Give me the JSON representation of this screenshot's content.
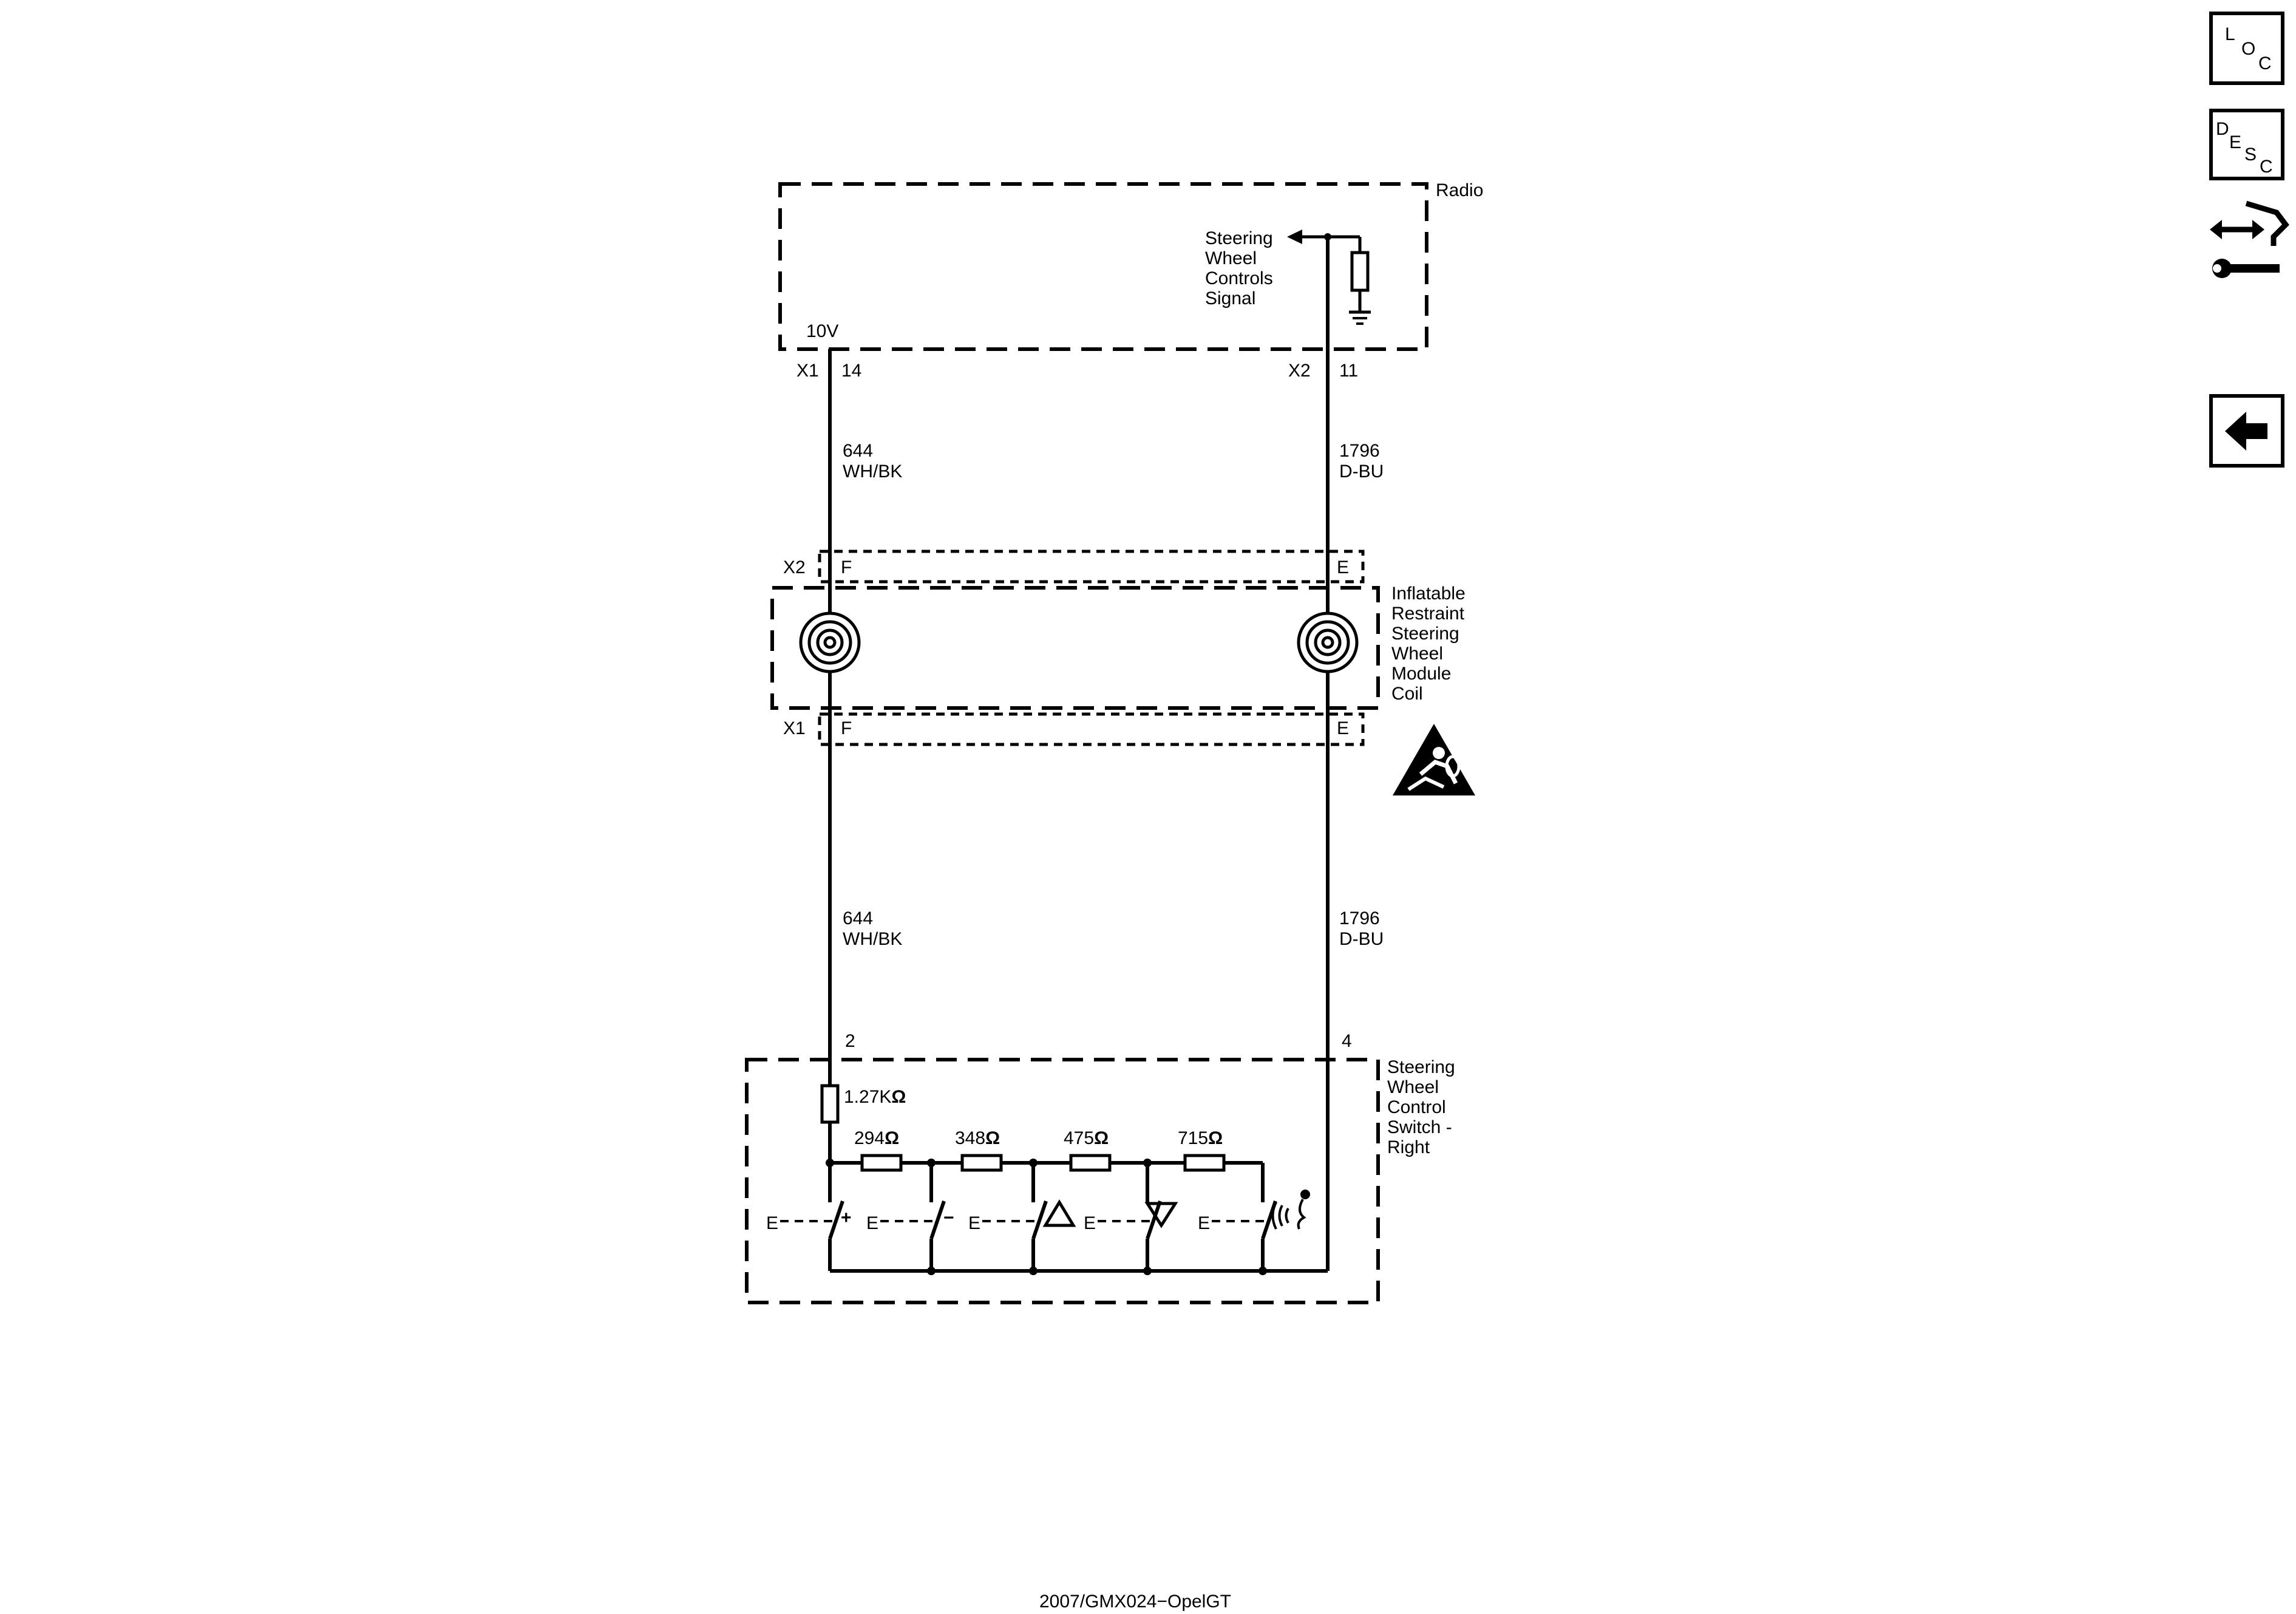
{
  "radio": {
    "name": "Radio",
    "signal_label": [
      "Steering",
      "Wheel",
      "Controls",
      "Signal"
    ],
    "voltage": "10V",
    "x1": {
      "connector": "X1",
      "pin": "14"
    },
    "x2": {
      "connector": "X2",
      "pin": "11"
    }
  },
  "wire_left": {
    "circuit": "644",
    "color": "WH/BK"
  },
  "wire_right": {
    "circuit": "1796",
    "color": "D-BU"
  },
  "coil": {
    "name": [
      "Inflatable",
      "Restraint",
      "Steering",
      "Wheel",
      "Module",
      "Coil"
    ],
    "x2": {
      "connector": "X2",
      "pin_left": "F",
      "pin_right": "E"
    },
    "x1": {
      "connector": "X1",
      "pin_left": "F",
      "pin_right": "E"
    }
  },
  "switch": {
    "name": [
      "Steering",
      "Wheel",
      "Control",
      "Switch -",
      "Right"
    ],
    "pin_left": "2",
    "pin_right": "4",
    "main_resistor": "1.27K",
    "resistors": [
      "294",
      "348",
      "475",
      "715"
    ],
    "ohm": "Ω",
    "e_label": "E",
    "plus": "+",
    "minus": "−"
  },
  "nav": {
    "loc": [
      "L",
      "O",
      "C"
    ],
    "desc": [
      "D",
      "E",
      "S",
      "C"
    ]
  },
  "footer": "2007/GMX024−OpelGT"
}
